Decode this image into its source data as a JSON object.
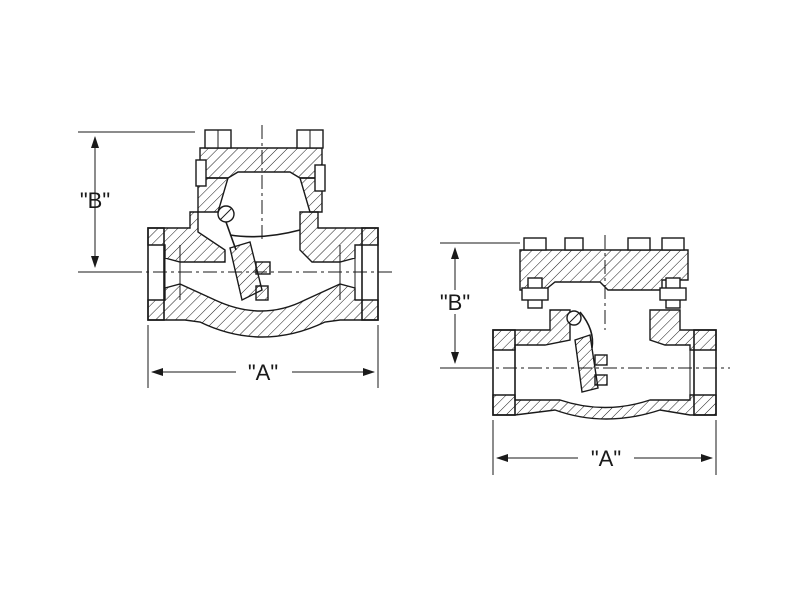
{
  "left_view": {
    "dim_a_label": "\"A\"",
    "dim_b_label": "\"B\""
  },
  "right_view": {
    "dim_a_label": "\"A\"",
    "dim_b_label": "\"B\""
  }
}
